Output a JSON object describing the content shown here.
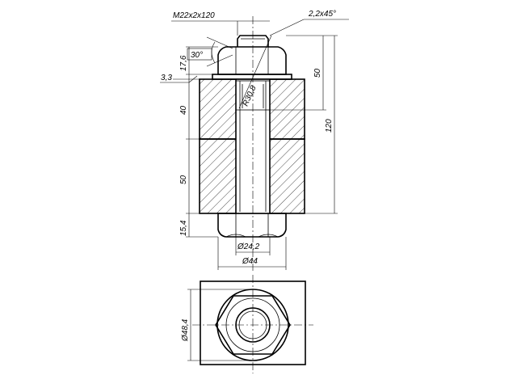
{
  "drawing": {
    "line_color": "#000000",
    "background": "#ffffff",
    "views": [
      "section",
      "plan"
    ]
  },
  "dimensions": {
    "thread": "M22x2x120",
    "chamfer": "2,2x45°",
    "angle": "30°",
    "nut_height": "17,6",
    "washer": "3,3",
    "upper_block": "40",
    "lower_block": "50",
    "top_nut_to_line": "50",
    "total_length": "120",
    "bottom_nut": "15,4",
    "radius": "R30,8",
    "inner_diameter": "Ø24,2",
    "outer_diameter": "Ø44",
    "plan_diameter": "Ø48,4"
  }
}
